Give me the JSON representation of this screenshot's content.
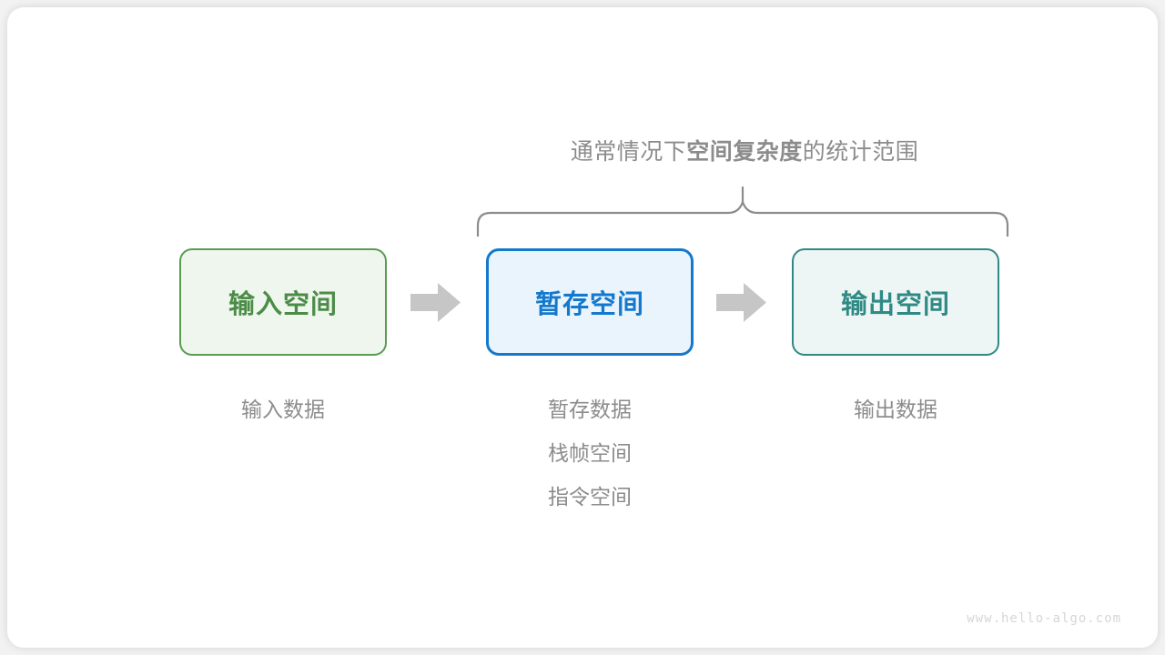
{
  "diagram": {
    "brace_caption": {
      "prefix": "通常情况下",
      "emphasis": "空间复杂度",
      "suffix": "的统计范围"
    },
    "nodes": [
      {
        "key": "input",
        "label": "输入空间",
        "color": "#4b8c47",
        "border_color": "#5a9c52",
        "fill_color": "#eff6ee"
      },
      {
        "key": "temp",
        "label": "暂存空间",
        "color": "#1479cc",
        "border_color": "#1479cc",
        "fill_color": "#e9f4fd"
      },
      {
        "key": "output",
        "label": "输出空间",
        "color": "#2f8a85",
        "border_color": "#2f8a85",
        "fill_color": "#edf6f4"
      }
    ],
    "arrows": [
      {
        "key": "arrow-input-to-temp",
        "color": "#c6c6c6"
      },
      {
        "key": "arrow-temp-to-output",
        "color": "#c6c6c6"
      }
    ],
    "captions": [
      {
        "key": "input",
        "lines": [
          "输入数据"
        ]
      },
      {
        "key": "temp",
        "lines": [
          "暂存数据",
          "栈帧空间",
          "指令空间"
        ]
      },
      {
        "key": "output",
        "lines": [
          "输出数据"
        ]
      }
    ],
    "brace": {
      "color": "#8c8c8c"
    },
    "watermark": "www.hello-algo.com"
  }
}
